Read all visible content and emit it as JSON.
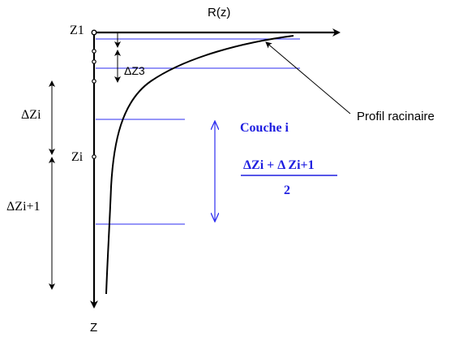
{
  "labels": {
    "z_axis": "Z",
    "r_axis": "R(z)",
    "z1": "Z1",
    "zi": "Zi",
    "delta_z3": "ΔZ3",
    "delta_zi": "ΔZi",
    "delta_zi_plus_1": "ΔZi+1",
    "profile": "Profil racinaire",
    "layer": "Couche i",
    "formula_numerator": "ΔZi + Δ Zi+1",
    "formula_denominator": "2"
  },
  "colors": {
    "ink": "#000000",
    "accent": "#1f1fe0",
    "line": "#2e2ef0"
  }
}
